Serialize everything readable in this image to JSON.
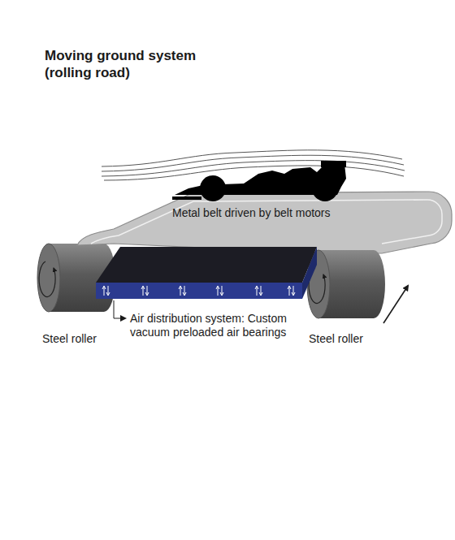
{
  "diagram": {
    "title": "Moving ground system (rolling road)",
    "nodes": [
      {
        "text": [
          "Metal belt driven by belt motors"
        ]
      }
    ],
    "labels": [
      "Air distribution system: Custom vacuum preloaded air bearings",
      "Steel roller",
      "Steel roller"
    ]
  }
}
